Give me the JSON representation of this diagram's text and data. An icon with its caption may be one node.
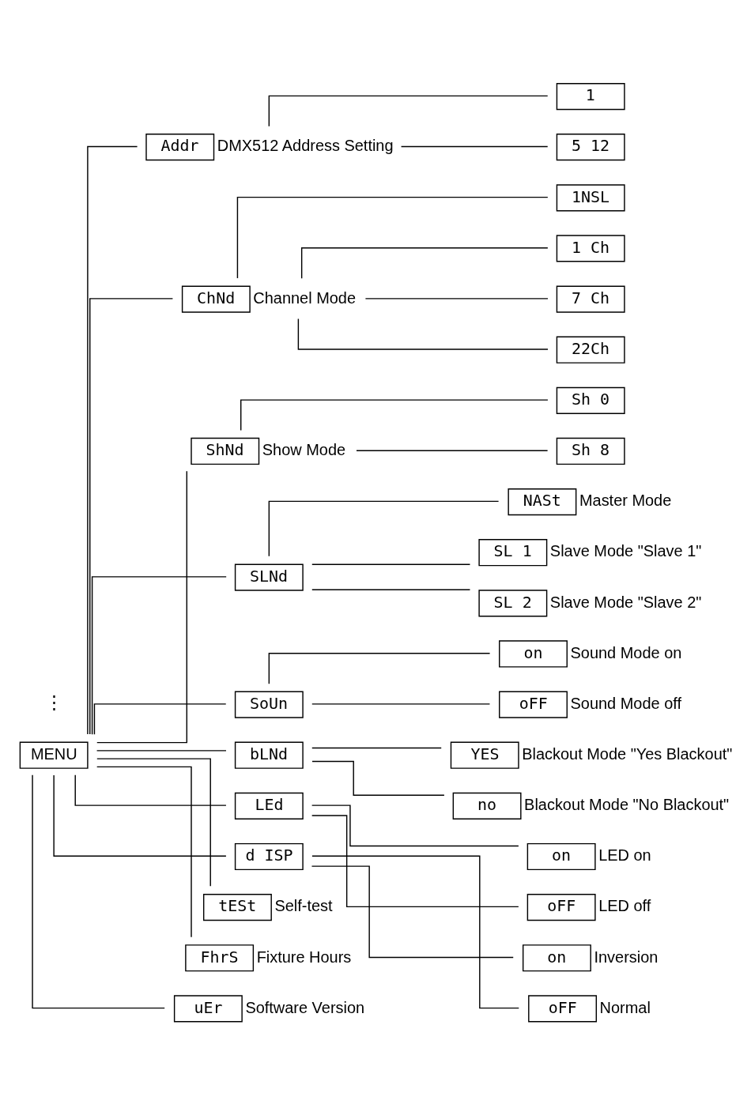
{
  "diagram": {
    "nodes": [
      {
        "text": [
          "MENU"
        ]
      },
      {
        "text": [
          "Addr"
        ],
        "beside": [
          "DMX512 Address Setting"
        ]
      },
      {
        "text": [
          "1"
        ]
      },
      {
        "text": [
          "5 12"
        ]
      },
      {
        "text": [
          "ChNd"
        ],
        "beside": [
          "Channel Mode"
        ]
      },
      {
        "text": [
          "1NSL"
        ]
      },
      {
        "text": [
          "1 Ch"
        ]
      },
      {
        "text": [
          "7 Ch"
        ]
      },
      {
        "text": [
          "22Ch"
        ]
      },
      {
        "text": [
          "ShNd"
        ],
        "beside": [
          "Show Mode"
        ]
      },
      {
        "text": [
          "Sh 0"
        ]
      },
      {
        "text": [
          "Sh 8"
        ]
      },
      {
        "text": [
          "SLNd"
        ]
      },
      {
        "text": [
          "NASt"
        ],
        "beside": [
          "Master Mode"
        ]
      },
      {
        "text": [
          "SL 1"
        ],
        "beside": [
          "Slave Mode \"Slave 1\""
        ]
      },
      {
        "text": [
          "SL 2"
        ],
        "beside": [
          "Slave Mode \"Slave 2\""
        ]
      },
      {
        "text": [
          "SoUn"
        ]
      },
      {
        "text": [
          "on"
        ],
        "beside": [
          "Sound Mode on"
        ]
      },
      {
        "text": [
          "oFF"
        ],
        "beside": [
          "Sound Mode off"
        ]
      },
      {
        "text": [
          "bLNd"
        ]
      },
      {
        "text": [
          "YES"
        ],
        "beside": [
          "Blackout Mode \"Yes Blackout\""
        ]
      },
      {
        "text": [
          "no"
        ],
        "beside": [
          "Blackout Mode \"No Blackout\""
        ]
      },
      {
        "text": [
          "LEd"
        ]
      },
      {
        "text": [
          "on"
        ],
        "beside": [
          "LED on"
        ]
      },
      {
        "text": [
          "oFF"
        ],
        "beside": [
          "LED off"
        ]
      },
      {
        "text": [
          "d ISP"
        ]
      },
      {
        "text": [
          "on"
        ],
        "beside": [
          "Inversion"
        ]
      },
      {
        "text": [
          "oFF"
        ],
        "beside": [
          "Normal"
        ]
      },
      {
        "text": [
          "tESt"
        ],
        "beside": [
          "Self-test"
        ]
      },
      {
        "text": [
          "FhrS"
        ],
        "beside": [
          "Fixture Hours"
        ]
      },
      {
        "text": [
          "uEr"
        ],
        "beside": [
          "Software Version"
        ]
      }
    ],
    "edges": [
      {
        "from": 0,
        "to": 1,
        "arrow": "none"
      },
      {
        "from": 1,
        "to": 2,
        "arrow": "none"
      },
      {
        "from": 1,
        "to": 3,
        "arrow": "none"
      },
      {
        "from": 0,
        "to": 4,
        "arrow": "none"
      },
      {
        "from": 4,
        "to": 5,
        "arrow": "none"
      },
      {
        "from": 4,
        "to": 6,
        "arrow": "none"
      },
      {
        "from": 4,
        "to": 7,
        "arrow": "none"
      },
      {
        "from": 4,
        "to": 8,
        "arrow": "none"
      },
      {
        "from": 0,
        "to": 9,
        "arrow": "none"
      },
      {
        "from": 9,
        "to": 10,
        "arrow": "none"
      },
      {
        "from": 9,
        "to": 11,
        "arrow": "none"
      },
      {
        "from": 0,
        "to": 12,
        "arrow": "none"
      },
      {
        "from": 12,
        "to": 13,
        "arrow": "none"
      },
      {
        "from": 12,
        "to": 14,
        "arrow": "none"
      },
      {
        "from": 12,
        "to": 15,
        "arrow": "none"
      },
      {
        "from": 0,
        "to": 16,
        "arrow": "none"
      },
      {
        "from": 16,
        "to": 17,
        "arrow": "none"
      },
      {
        "from": 16,
        "to": 18,
        "arrow": "none"
      },
      {
        "from": 0,
        "to": 19,
        "arrow": "none"
      },
      {
        "from": 19,
        "to": 20,
        "arrow": "none"
      },
      {
        "from": 19,
        "to": 21,
        "arrow": "none"
      },
      {
        "from": 0,
        "to": 22,
        "arrow": "none"
      },
      {
        "from": 22,
        "to": 23,
        "arrow": "none"
      },
      {
        "from": 22,
        "to": 24,
        "arrow": "none"
      },
      {
        "from": 0,
        "to": 25,
        "arrow": "none"
      },
      {
        "from": 25,
        "to": 26,
        "arrow": "none"
      },
      {
        "from": 25,
        "to": 27,
        "arrow": "none"
      },
      {
        "from": 0,
        "to": 28,
        "arrow": "none"
      },
      {
        "from": 0,
        "to": 29,
        "arrow": "none"
      },
      {
        "from": 0,
        "to": 30,
        "arrow": "none"
      }
    ],
    "labels": [
      "⋮"
    ]
  }
}
